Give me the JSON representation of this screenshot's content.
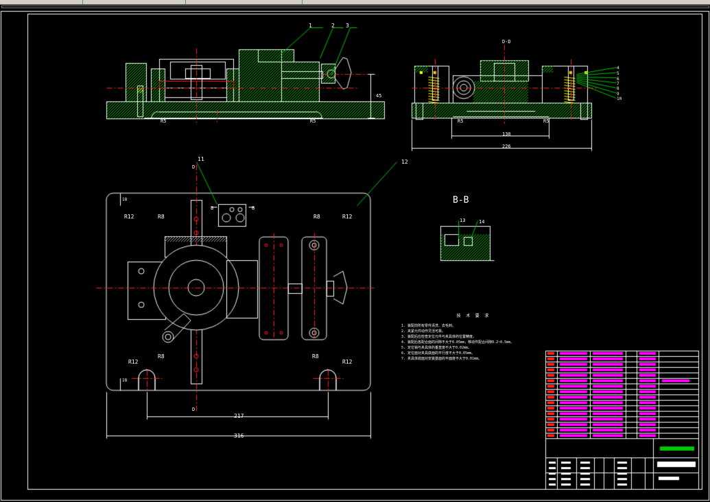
{
  "window": {
    "bg": "#000000",
    "frame_color": "#ffffff"
  },
  "views": {
    "bb_title": "B-B",
    "dd_title": "D-D"
  },
  "balloons": [
    "1",
    "2",
    "3",
    "4",
    "5",
    "6",
    "7",
    "8",
    "9",
    "10",
    "11",
    "12",
    "13",
    "14"
  ],
  "dims": {
    "d45": "45",
    "d130": "130",
    "d226": "226",
    "d217": "217",
    "d316": "316",
    "r12a": "R12",
    "r8a": "R8",
    "r12b": "R12",
    "r8b": "R8",
    "r12c": "R12",
    "r8c": "R8",
    "r12d": "R12",
    "r8d": "R8",
    "r5a": "R5",
    "r5b": "R5",
    "r5c": "R5",
    "r5d": "R5",
    "d18a": "18",
    "d18b": "18",
    "bl": "B",
    "br": "B",
    "dt": "D",
    "db": "D"
  },
  "notes": {
    "title": "技 术 要 求",
    "lines": [
      "1. 装配前所有零件清洗、去毛刺。",
      "2. 夹紧元件动作灵活可靠。",
      "3. 装配后应检查定位元件与夹具体的位置精度。",
      "4. 装配后各配合面的间隙不大于0.05mm，移动件配合间隙0.2~0.5mm。",
      "5. 定位销与夹具体的垂直度不大于0.02mm。",
      "6. 定位面对夹具底面的平行度不大于0.05mm。",
      "7. 夹具体底面对安装基面的平面度不大于0.01mm。"
    ]
  }
}
